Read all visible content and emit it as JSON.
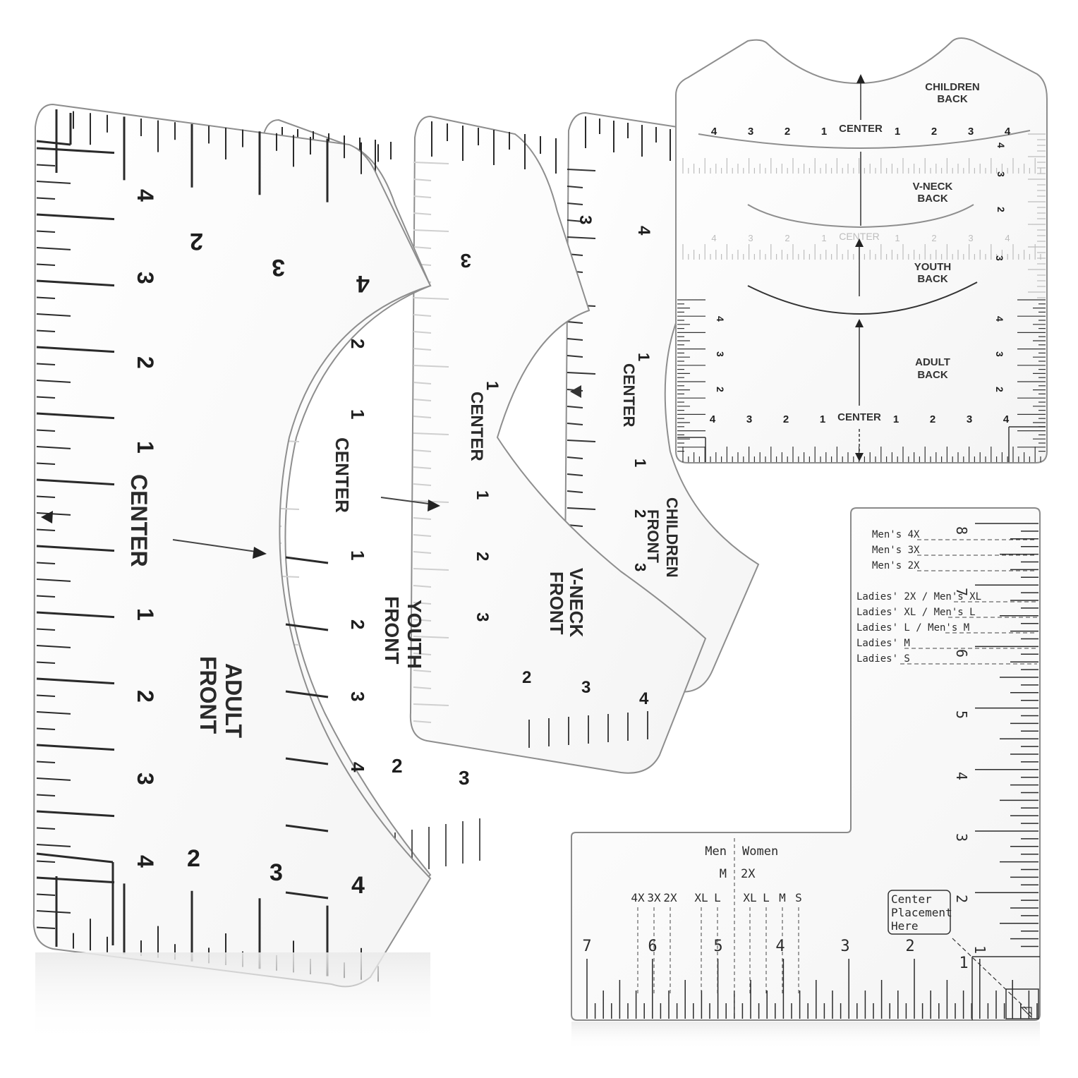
{
  "front_rulers": {
    "adult_front": {
      "name_line1": "ADULT",
      "name_line2": "FRONT",
      "center": "CENTER",
      "left_numbers": [
        "4",
        "3",
        "2",
        "1",
        "1",
        "2",
        "3",
        "4"
      ],
      "top_numbers": [
        "2",
        "3",
        "4"
      ],
      "bottom_numbers": [
        "2",
        "3",
        "4"
      ]
    },
    "youth_front": {
      "name_line1": "YOUTH",
      "name_line2": "FRONT",
      "center": "CENTER",
      "numbers": [
        "2",
        "1",
        "1",
        "2",
        "3",
        "4"
      ],
      "bottom_numbers": [
        "2",
        "3"
      ],
      "top_number": "3"
    },
    "vneck_front": {
      "name_line1": "V-NECK",
      "name_line2": "FRONT",
      "center": "CENTER",
      "numbers": [
        "1",
        "1",
        "2",
        "3"
      ],
      "bottom_numbers": [
        "2",
        "3",
        "4"
      ],
      "top_number": "3"
    },
    "children_front": {
      "name_line1": "CHILDREN",
      "name_line2": "FRONT",
      "center": "CENTER",
      "numbers": [
        "1",
        "1",
        "2",
        "3"
      ],
      "top_numbers": [
        "3",
        "4"
      ]
    }
  },
  "back_rulers": {
    "children_back": {
      "name_line1": "CHILDREN",
      "name_line2": "BACK",
      "center": "CENTER",
      "scale": [
        "4",
        "3",
        "2",
        "1",
        "1",
        "2",
        "3",
        "4"
      ]
    },
    "vneck_back": {
      "name_line1": "V-NECK",
      "name_line2": "BACK",
      "right_scale": [
        "4",
        "3",
        "2"
      ]
    },
    "youth_back": {
      "name_line1": "YOUTH",
      "name_line2": "BACK",
      "center": "CENTER",
      "scale": [
        "4",
        "3",
        "2",
        "1",
        "1",
        "2",
        "3",
        "4"
      ],
      "right_scale": [
        "3"
      ]
    },
    "adult_back": {
      "name_line1": "ADULT",
      "name_line2": "BACK",
      "center": "CENTER",
      "scale": [
        "4",
        "3",
        "2",
        "1",
        "1",
        "2",
        "3",
        "4"
      ],
      "left_scale": [
        "4",
        "3",
        "2"
      ],
      "right_scale": [
        "4",
        "3",
        "2"
      ]
    }
  },
  "l_ruler": {
    "vertical_numbers": [
      "8",
      "7",
      "6",
      "5",
      "4",
      "3",
      "2",
      "1"
    ],
    "size_marks": [
      "Men's 4X",
      "Men's 3X",
      "Men's 2X",
      "Ladies' 2X / Men's XL",
      "Ladies' XL / Men's L",
      "Ladies' L / Men's M",
      "Ladies' M",
      "Ladies' S"
    ],
    "men_label": "Men",
    "women_label": "Women",
    "men_mid": "M",
    "women_mid": "2X",
    "men_sizes": [
      "4X",
      "3X",
      "2X",
      "XL",
      "L"
    ],
    "women_sizes": [
      "XL",
      "L",
      "M",
      "S"
    ],
    "horizontal_numbers": [
      "7",
      "6",
      "5",
      "4",
      "3",
      "2",
      "1"
    ],
    "center_box": [
      "Center",
      "Placement",
      "Here"
    ]
  },
  "colors": {
    "outline": "#8a8a8a",
    "tick": "#2a2a2a",
    "ghost": "#c9c9c9",
    "background": "#ffffff"
  }
}
